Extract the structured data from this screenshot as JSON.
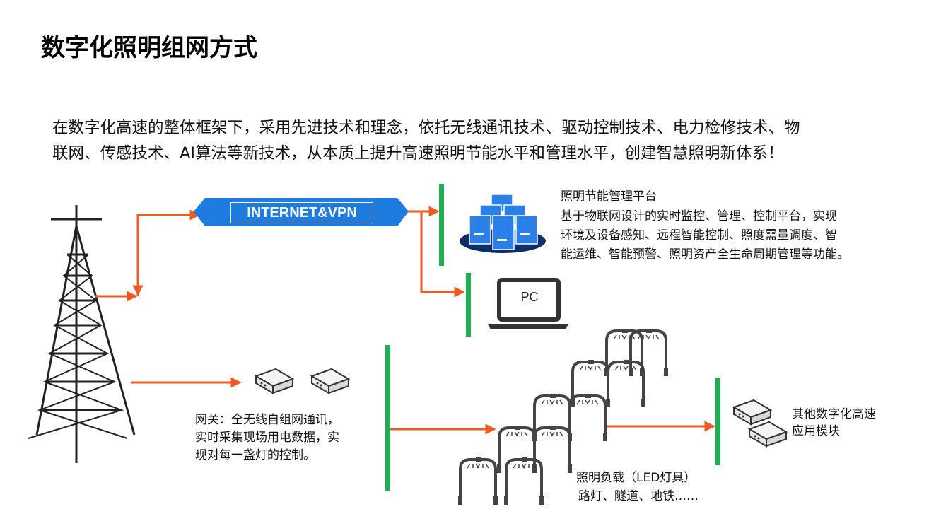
{
  "title": "数字化照明组网方式",
  "intro": {
    "line1": "在数字化高速的整体框架下，采用先进技术和理念，依托无线通讯技术、驱动控制技术、电力检修技术、物",
    "line2": "联网、传感技术、AI算法等新技术，从本质上提升高速照明节能水平和管理水平，创建智慧照明新体系！"
  },
  "internet": {
    "label": "INTERNET&VPN"
  },
  "platform": {
    "title": "照明节能管理平台",
    "desc": [
      "基于物联网设计的实时监控、管理、控制平台，实现",
      "环境及设备感知、远程智能控制、照度需量调度、智",
      "能运维、智能预警、照明资产全生命周期管理等功能。"
    ]
  },
  "pc": {
    "label": "PC"
  },
  "gateway": {
    "desc": [
      "网关：全无线自组网通讯，",
      "实时采集现场用电数据，实",
      "现对每一盏灯的控制。"
    ]
  },
  "lighting": {
    "line1": "照明负载（LED灯具）",
    "line2": "路灯、隧道、地铁……"
  },
  "other_modules": {
    "line1": "其他数字化高速",
    "line2": "应用模块"
  },
  "colors": {
    "arrow": "#f05a22",
    "bar": "#1fae50",
    "ribbon": "#1e7be0",
    "server": "#2b7fe8",
    "dark": "#333333"
  }
}
